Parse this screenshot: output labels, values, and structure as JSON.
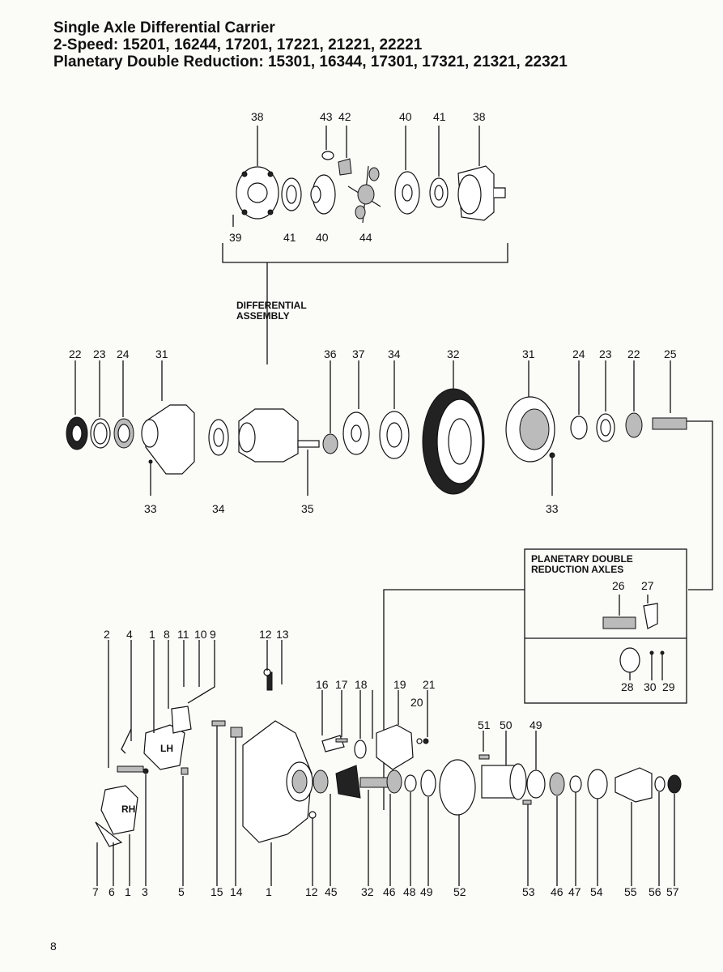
{
  "header": {
    "title_line1": "Single Axle Differential Carrier",
    "title_line2": "2-Speed: 15201, 16244, 17201, 17221, 21221, 22221",
    "title_line3": "Planetary Double Reduction: 15301, 16344, 17301, 17321, 21321, 22321"
  },
  "labels": {
    "differential_assembly_1": "DIFFERENTIAL",
    "differential_assembly_2": "ASSEMBLY",
    "planetary_1": "PLANETARY DOUBLE",
    "planetary_2": "REDUCTION AXLES",
    "lh": "LH",
    "rh": "RH"
  },
  "callouts": {
    "top": [
      "38",
      "43",
      "42",
      "40",
      "41",
      "38",
      "39",
      "41",
      "40",
      "44"
    ],
    "middle": [
      "22",
      "23",
      "24",
      "31",
      "36",
      "37",
      "34",
      "32",
      "31",
      "24",
      "23",
      "22",
      "25",
      "33",
      "34",
      "35",
      "33"
    ],
    "inset": [
      "26",
      "27",
      "28",
      "30",
      "29"
    ],
    "bottom_top": [
      "2",
      "4",
      "1",
      "8",
      "11",
      "10",
      "9",
      "12",
      "13",
      "16",
      "17",
      "18",
      "19",
      "21",
      "20",
      "51",
      "50",
      "49"
    ],
    "bottom": [
      "7",
      "6",
      "1",
      "3",
      "5",
      "15",
      "14",
      "1",
      "12",
      "45",
      "32",
      "46",
      "48",
      "49",
      "52",
      "53",
      "46",
      "47",
      "54",
      "55",
      "56",
      "57"
    ]
  },
  "page_number": "8"
}
